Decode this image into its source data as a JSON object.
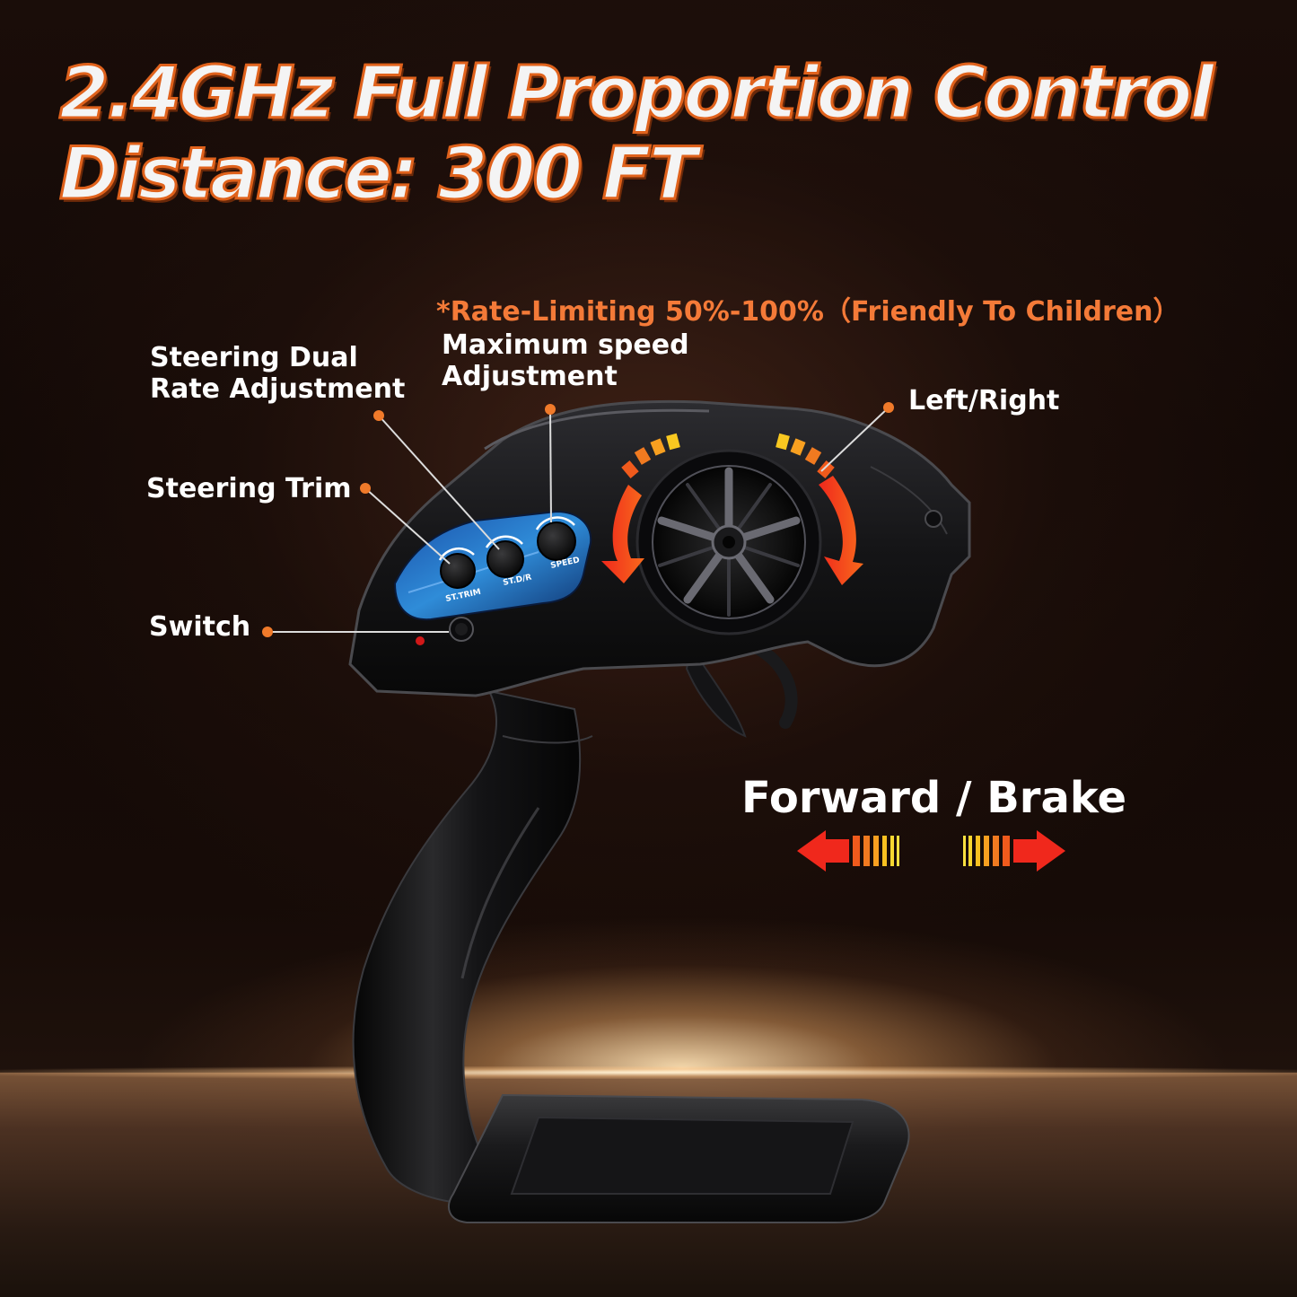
{
  "headline": {
    "line1": "2.4GHz Full Proportion Control",
    "line2": "Distance: 300 FT"
  },
  "note": "*Rate-Limiting 50%-100%（Friendly To Children）",
  "callouts": {
    "dual_rate": [
      "Steering Dual",
      "Rate Adjustment"
    ],
    "max_speed": [
      "Maximum speed",
      "Adjustment"
    ],
    "left_right": "Left/Right",
    "steering_trim": "Steering Trim",
    "switch": "Switch",
    "forward_brake": "Forward / Brake"
  },
  "knobs": {
    "trim": "ST.TRIM",
    "dual_rate": "ST.D/R",
    "speed": "SPEED"
  },
  "colors": {
    "accent": "#f07a2a",
    "arrow_red": "#f0281c",
    "arrow_yellow": "#f8c820",
    "panel_blue": "#2f8cd8"
  }
}
